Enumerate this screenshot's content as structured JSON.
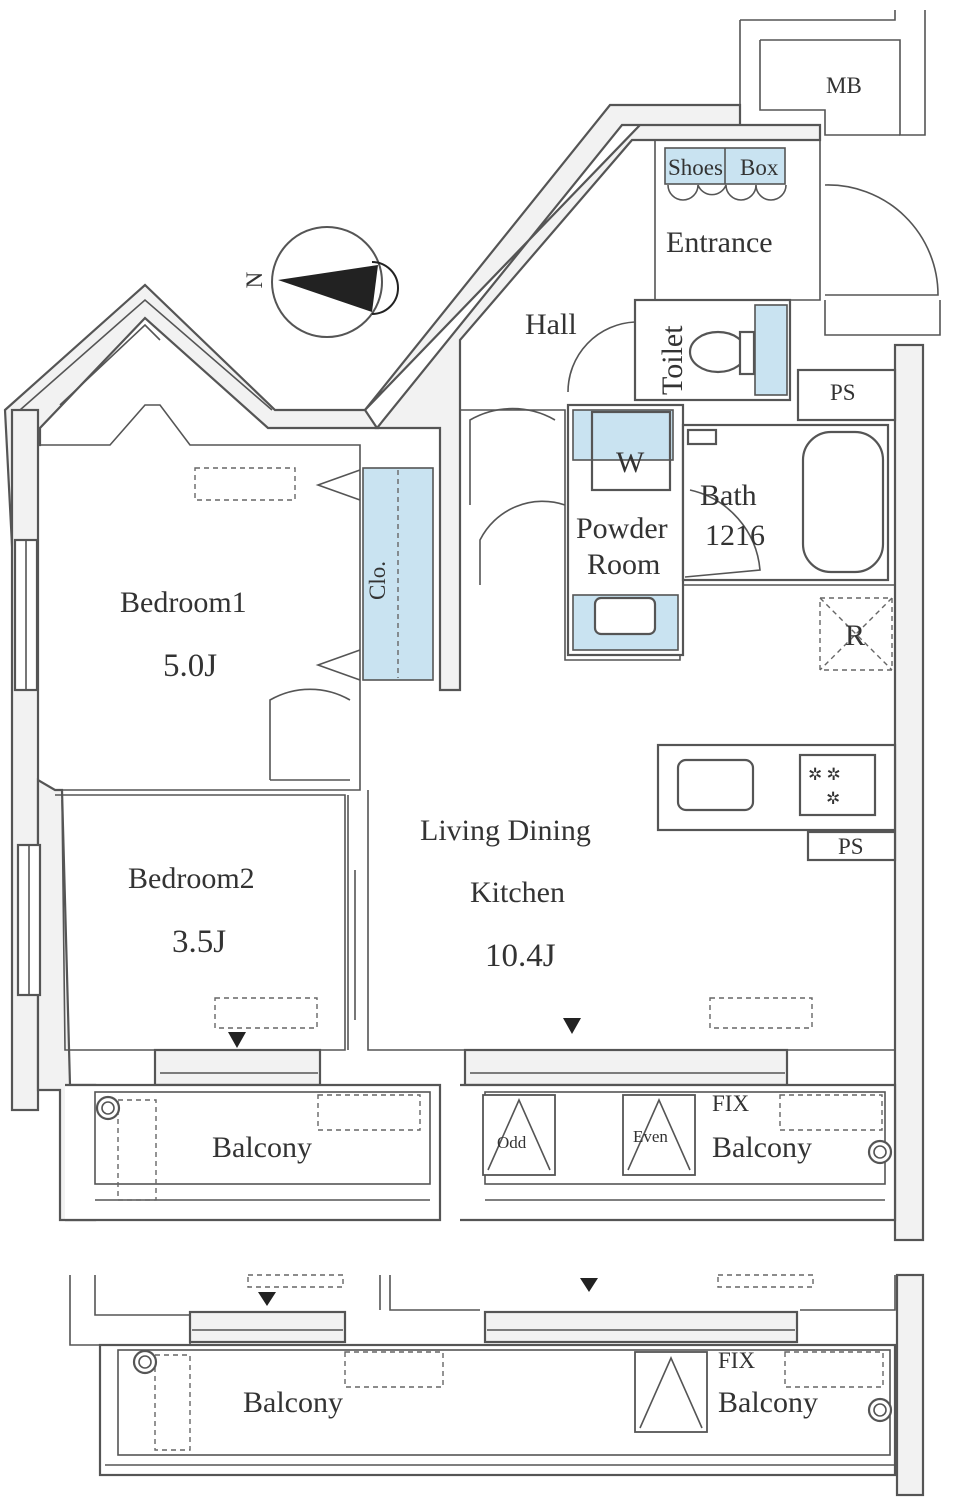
{
  "compass": {
    "north_label": "N",
    "icon": "north-arrow-icon"
  },
  "rooms": {
    "mb": "MB",
    "shoes_box_left": "Shoes",
    "shoes_box_right": "Box",
    "entrance": "Entrance",
    "hall": "Hall",
    "toilet": "Toilet",
    "ps_top": "PS",
    "washer": "W",
    "bath_label": "Bath",
    "bath_size": "1216",
    "powder_room_line1": "Powder",
    "powder_room_line2": "Room",
    "refrigerator": "R",
    "closet": "Clo.",
    "bedroom1_name": "Bedroom1",
    "bedroom1_size": "5.0J",
    "ps_kitchen": "PS",
    "ldk_line1": "Living Dining",
    "ldk_line2": "Kitchen",
    "ldk_size": "10.4J",
    "bedroom2_name": "Bedroom2",
    "bedroom2_size": "3.5J"
  },
  "balconies_main": {
    "left_label": "Balcony",
    "right_label": "Balcony",
    "fix_label": "FIX",
    "odd_label": "Odd",
    "even_label": "Even"
  },
  "balconies_alt": {
    "left_label": "Balcony",
    "right_label": "Balcony",
    "fix_label": "FIX"
  },
  "colors": {
    "wall_line": "#555555",
    "wall_fill": "#f2f2f2",
    "fixture_blue": "#c9e3f1",
    "text": "#333333"
  }
}
